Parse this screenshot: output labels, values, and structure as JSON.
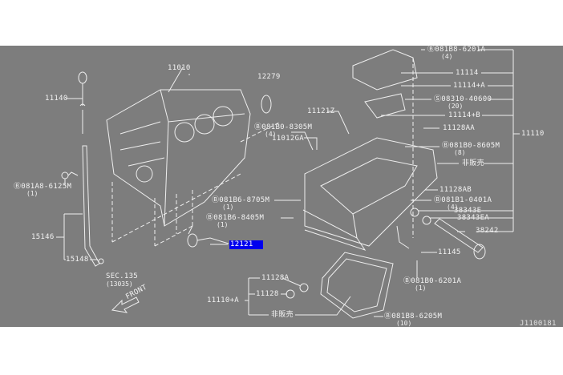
{
  "diagram": {
    "code": "J1100181",
    "front_label": "FRONT",
    "left_parts": {
      "p11010": "11010",
      "p12279": "12279",
      "p11140": "11140",
      "bolt_081A8": "Ⓑ081A8-6125M",
      "bolt_081A8_qty": "(1)",
      "p15146": "15146",
      "p15148": "15148",
      "sec": "SEC.135",
      "sec_ref": "(13035)",
      "bolt_8305": "Ⓑ081B0-8305M",
      "bolt_8305_qty": "(4)",
      "p11012GA": "11012GA",
      "p11121Z": "11121Z",
      "bolt_8705": "Ⓑ081B6-8705M",
      "bolt_8705_qty": "(1)",
      "bolt_8405": "Ⓑ081B6-8405M",
      "bolt_8405_qty": "(1)",
      "p12121": "12121"
    },
    "bottom_group": {
      "p11128A": "11128A",
      "p11128": "11128",
      "p11110A": "11110+A",
      "not_sold": "非販売"
    },
    "right_parts": {
      "bolt_6201A_top": "Ⓑ081B8-6201A",
      "bolt_6201A_top_qty": "(4)",
      "p11114": "11114",
      "p11114A": "11114+A",
      "screw_08310": "Ⓢ08310-40600",
      "screw_08310_qty": "(20)",
      "p11114B": "11114+B",
      "p11128AA": "11128AA",
      "bolt_8605": "Ⓑ081B0-8605M",
      "bolt_8605_qty": "(8)",
      "not_sold": "非販売",
      "p11128AB": "11128AB",
      "bolt_0401A": "Ⓑ081B1-0401A",
      "bolt_0401A_qty": "(4)",
      "p38343E": "38343E",
      "p38343EA": "38343EA",
      "p38242": "38242",
      "p11110": "11110",
      "p11145": "11145",
      "bolt_6201A_low": "Ⓑ081B0-6201A",
      "bolt_6201A_low_qty": "(1)",
      "bolt_6205M": "Ⓑ081B8-6205M",
      "bolt_6205M_qty": "(10)"
    },
    "colors": {
      "background": "#7d7d7d",
      "line": "#f2f2f2",
      "highlight": "#0000ee"
    }
  }
}
